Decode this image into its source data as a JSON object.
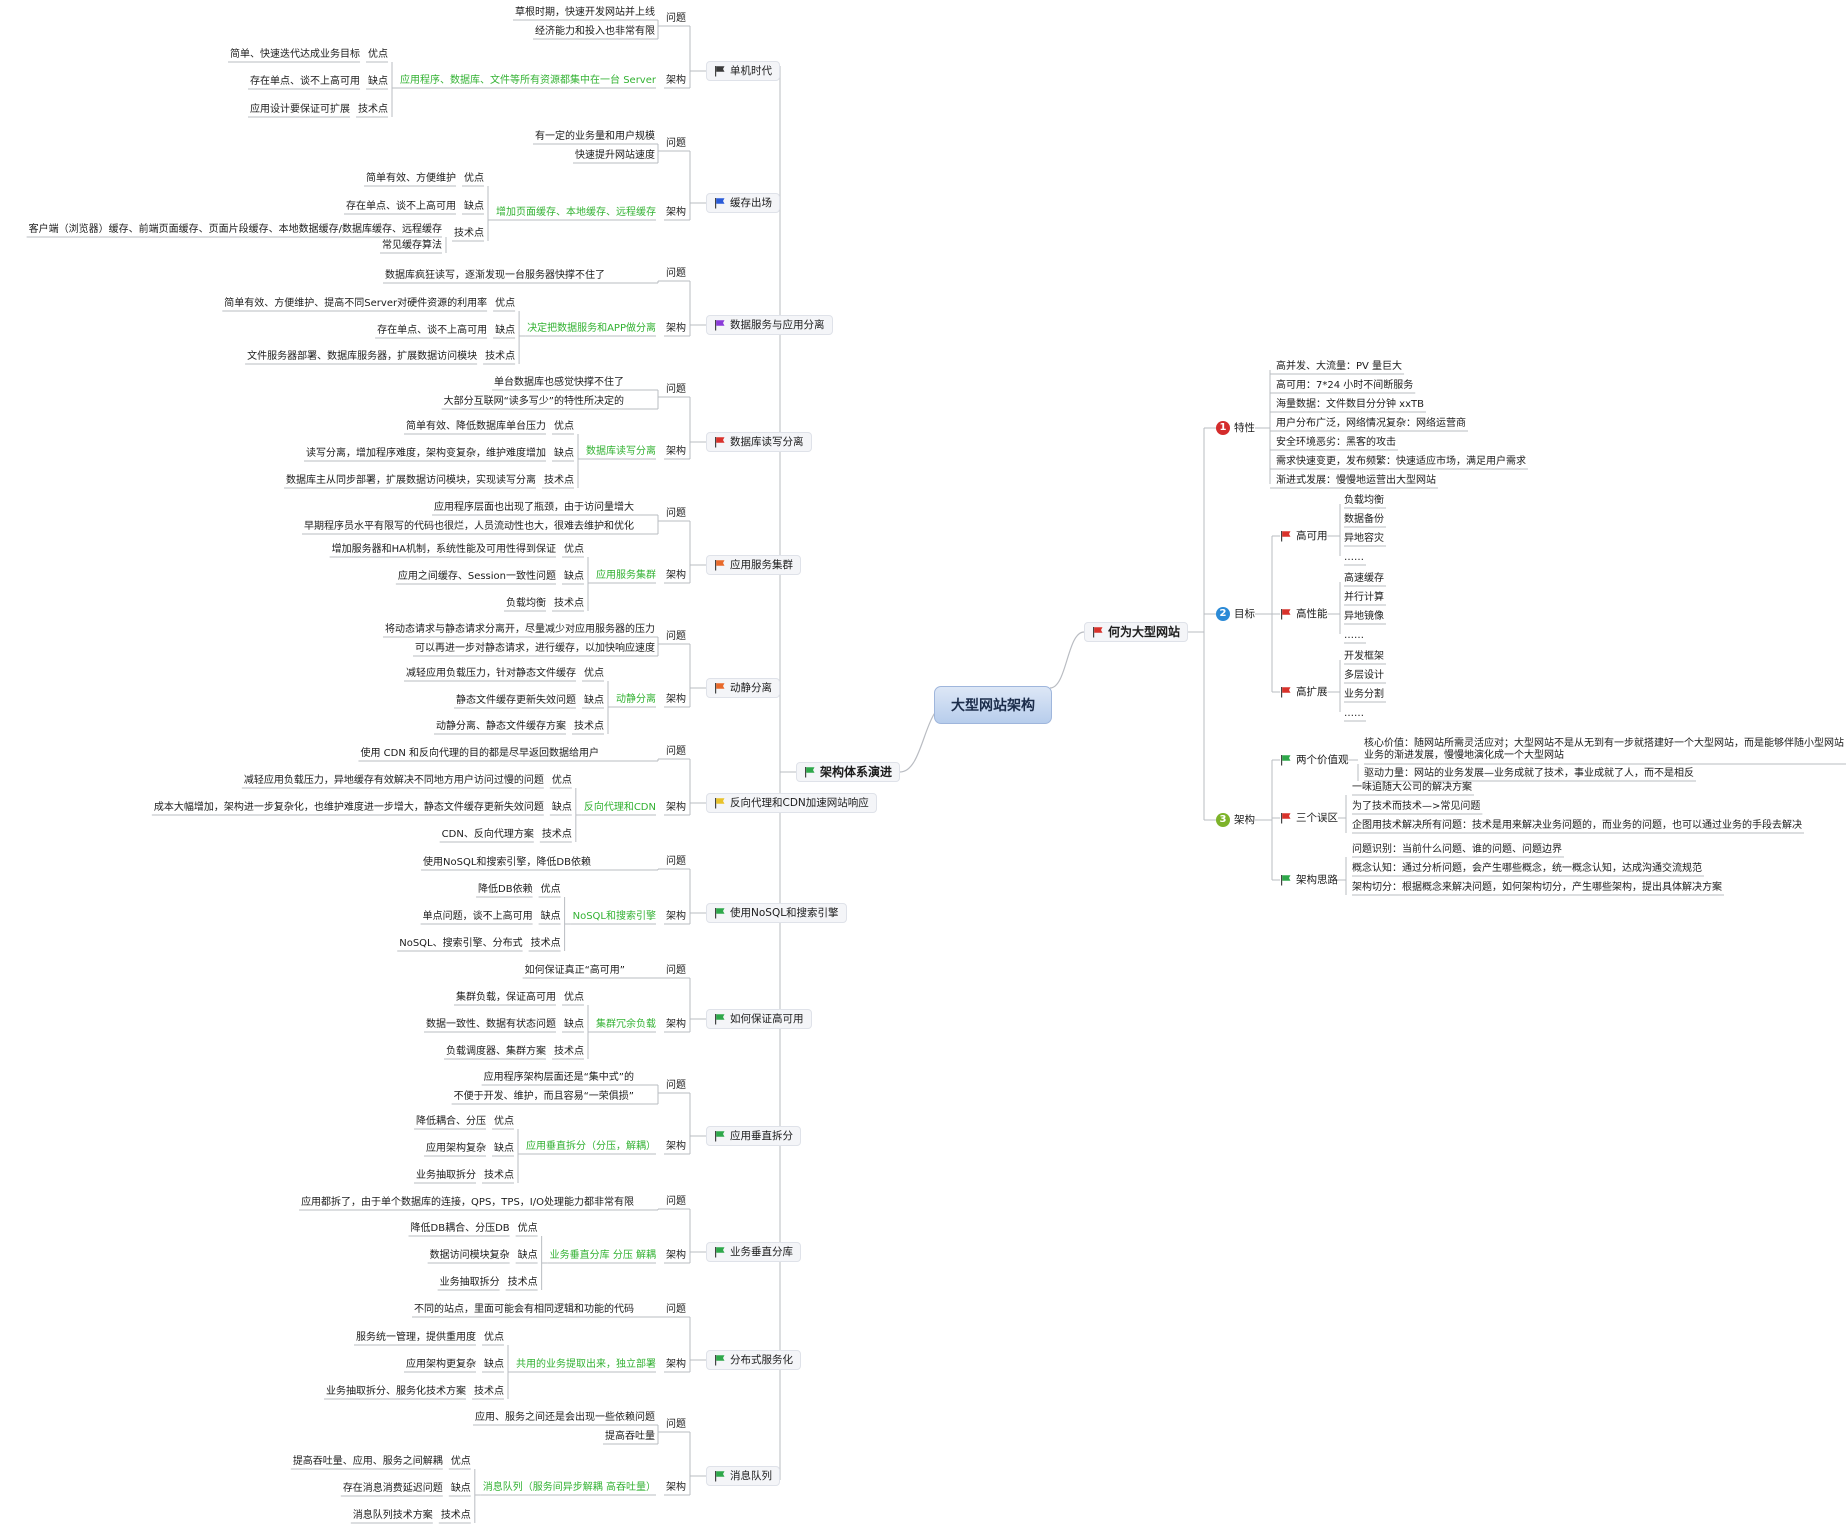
{
  "root": "大型网站架构",
  "colors": {
    "flag_black": "#3a3a3a",
    "flag_blue": "#2a5bd8",
    "flag_purple": "#8a3ad8",
    "flag_red": "#d9322b",
    "flag_orange": "#e8692a",
    "flag_yellow": "#e8c22a",
    "flag_green": "#2ea84a",
    "green_text": "#33b233",
    "num1": "#d42c2c",
    "num2": "#2b8ad6",
    "num3": "#7db32a"
  },
  "left": {
    "label": "架构体系演进",
    "icon": "flag-green",
    "stages": [
      {
        "label": "单机时代",
        "icon": "flag-black",
        "problems": [
          "草根时期，快速开发网站并上线",
          "经济能力和投入也非常有限"
        ],
        "arch": "应用程序、数据库、文件等所有资源都集中在一台 Server",
        "pros": "简单、快速迭代达成业务目标",
        "cons": "存在单点、谈不上高可用",
        "tech": "应用设计要保证可扩展"
      },
      {
        "label": "缓存出场",
        "icon": "flag-blue",
        "problems": [
          "有一定的业务量和用户规模",
          "快速提升网站速度"
        ],
        "arch": "增加页面缓存、本地缓存、远程缓存",
        "pros": "简单有效、方便维护",
        "cons": "存在单点、谈不上高可用",
        "tech": [
          "客户端（浏览器）缓存、前端页面缓存、页面片段缓存、本地数据缓存/数据库缓存、远程缓存",
          "常见缓存算法"
        ]
      },
      {
        "label": "数据服务与应用分离",
        "icon": "flag-purple",
        "problems": [
          "数据库疯狂读写，逐渐发现一台服务器快撑不住了"
        ],
        "arch": "决定把数据服务和APP做分离",
        "pros": "简单有效、方便维护、提高不同Server对硬件资源的利用率",
        "cons": "存在单点、谈不上高可用",
        "tech": "文件服务器部署、数据库服务器，扩展数据访问模块"
      },
      {
        "label": "数据库读写分离",
        "icon": "flag-red",
        "problems": [
          "单台数据库也感觉快撑不住了",
          "大部分互联网“读多写少”的特性所决定的"
        ],
        "arch": "数据库读写分离",
        "pros": "简单有效、降低数据库单台压力",
        "cons": "读写分离，增加程序难度，架构变复杂，维护难度增加",
        "tech": "数据库主从同步部署，扩展数据访问模块，实现读写分离"
      },
      {
        "label": "应用服务集群",
        "icon": "flag-orange",
        "problems": [
          "应用程序层面也出现了瓶颈，由于访问量增大",
          "早期程序员水平有限写的代码也很烂，人员流动性也大，很难去维护和优化"
        ],
        "arch": "应用服务集群",
        "pros": "增加服务器和HA机制，系统性能及可用性得到保证",
        "cons": "应用之间缓存、Session一致性问题",
        "tech": "负载均衡"
      },
      {
        "label": "动静分离",
        "icon": "flag-orange",
        "problems": [
          "将动态请求与静态请求分离开，尽量减少对应用服务器的压力",
          "可以再进一步对静态请求，进行缓存，以加快响应速度"
        ],
        "arch": "动静分离",
        "pros": "减轻应用负载压力，针对静态文件缓存",
        "cons": "静态文件缓存更新失效问题",
        "tech": "动静分离、静态文件缓存方案"
      },
      {
        "label": "反向代理和CDN加速网站响应",
        "icon": "flag-yellow",
        "problems": [
          "使用 CDN 和反向代理的目的都是尽早返回数据给用户"
        ],
        "arch": "反向代理和CDN",
        "pros": "减轻应用负载压力，异地缓存有效解决不同地方用户访问过慢的问题",
        "cons": "成本大幅增加，架构进一步复杂化，也维护难度进一步增大，静态文件缓存更新失效问题",
        "tech": "CDN、反向代理方案"
      },
      {
        "label": "使用NoSQL和搜索引擎",
        "icon": "flag-green",
        "problems": [
          "使用NoSQL和搜索引擎，降低DB依赖"
        ],
        "arch": "NoSQL和搜索引擎",
        "pros": "降低DB依赖",
        "cons": "单点问题，谈不上高可用",
        "tech": "NoSQL、搜索引擎、分布式"
      },
      {
        "label": "如何保证高可用",
        "icon": "flag-green",
        "problems": [
          "如何保证真正“高可用”"
        ],
        "arch": "集群冗余负载",
        "pros": "集群负载，保证高可用",
        "cons": "数据一致性、数据有状态问题",
        "tech": "负载调度器、集群方案"
      },
      {
        "label": "应用垂直拆分",
        "icon": "flag-green",
        "problems": [
          "应用程序架构层面还是“集中式”的",
          "不便于开发、维护，而且容易“一荣俱损”"
        ],
        "arch": "应用垂直拆分（分压，解耦）",
        "pros": "降低耦合、分压",
        "cons": "应用架构复杂",
        "tech": "业务抽取拆分"
      },
      {
        "label": "业务垂直分库",
        "icon": "flag-green",
        "problems": [
          "应用都拆了，由于单个数据库的连接，QPS，TPS，I/O处理能力都非常有限"
        ],
        "arch": "业务垂直分库 分压 解耦",
        "pros": "降低DB耦合、分压DB",
        "cons": "数据访问模块复杂",
        "tech": "业务抽取拆分"
      },
      {
        "label": "分布式服务化",
        "icon": "flag-green",
        "problems": [
          "不同的站点，里面可能会有相同逻辑和功能的代码"
        ],
        "arch": "共用的业务提取出来，独立部署",
        "pros": "服务统一管理，提供重用度",
        "cons": "应用架构更复杂",
        "tech": "业务抽取拆分、服务化技术方案"
      },
      {
        "label": "消息队列",
        "icon": "flag-green",
        "problems": [
          "应用、服务之间还是会出现一些依赖问题",
          "提高吞吐量"
        ],
        "arch": "消息队列（服务间异步解耦 高吞吐量）",
        "pros": "提高吞吐量、应用、服务之间解耦",
        "cons": "存在消息消费延迟问题",
        "tech": "消息队列技术方案"
      }
    ],
    "tags": {
      "problem": "问题",
      "arch": "架构",
      "pros": "优点",
      "cons": "缺点",
      "tech": "技术点"
    }
  },
  "right": {
    "label": "何为大型网站",
    "icon": "flag-red",
    "features": {
      "label": "特性",
      "num": "1",
      "items": [
        "高并发、大流量：PV 量巨大",
        "高可用：7*24 小时不间断服务",
        "海量数据：文件数目分分钟 xxTB",
        "用户分布广泛，网络情况复杂：网络运营商",
        "安全环境恶劣：黑客的攻击",
        "需求快速变更，发布频繁：快速适应市场，满足用户需求",
        "渐进式发展：慢慢地运营出大型网站"
      ]
    },
    "goals": {
      "label": "目标",
      "num": "2",
      "children": [
        {
          "label": "高可用",
          "items": [
            "负载均衡",
            "数据备份",
            "异地容灾",
            "……"
          ]
        },
        {
          "label": "高性能",
          "items": [
            "高速缓存",
            "并行计算",
            "异地镜像",
            "……"
          ]
        },
        {
          "label": "高扩展",
          "items": [
            "开发框架",
            "多层设计",
            "业务分割",
            "……"
          ]
        }
      ]
    },
    "arch": {
      "label": "架构",
      "num": "3",
      "children": [
        {
          "label": "两个价值观",
          "items": [
            "核心价值：随网站所需灵活应对；大型网站不是从无到有一步就搭建好一个大型网站，而是能够伴随小型网站业务的渐进发展，慢慢地演化成一个大型网站",
            "驱动力量：网站的业务发展—业务成就了技术，事业成就了人，而不是相反"
          ]
        },
        {
          "label": "三个误区",
          "items": [
            "一味追随大公司的解决方案",
            "为了技术而技术—>常见问题",
            "企图用技术解决所有问题：技术是用来解决业务问题的，而业务的问题，也可以通过业务的手段去解决"
          ]
        },
        {
          "label": "架构思路",
          "items": [
            "问题识别：当前什么问题、谁的问题、问题边界",
            "概念认知：通过分析问题，会产生哪些概念，统一概念认知，达成沟通交流规范",
            "架构切分：根据概念来解决问题，如何架构切分，产生哪些架构，提出具体解决方案"
          ]
        }
      ]
    }
  }
}
